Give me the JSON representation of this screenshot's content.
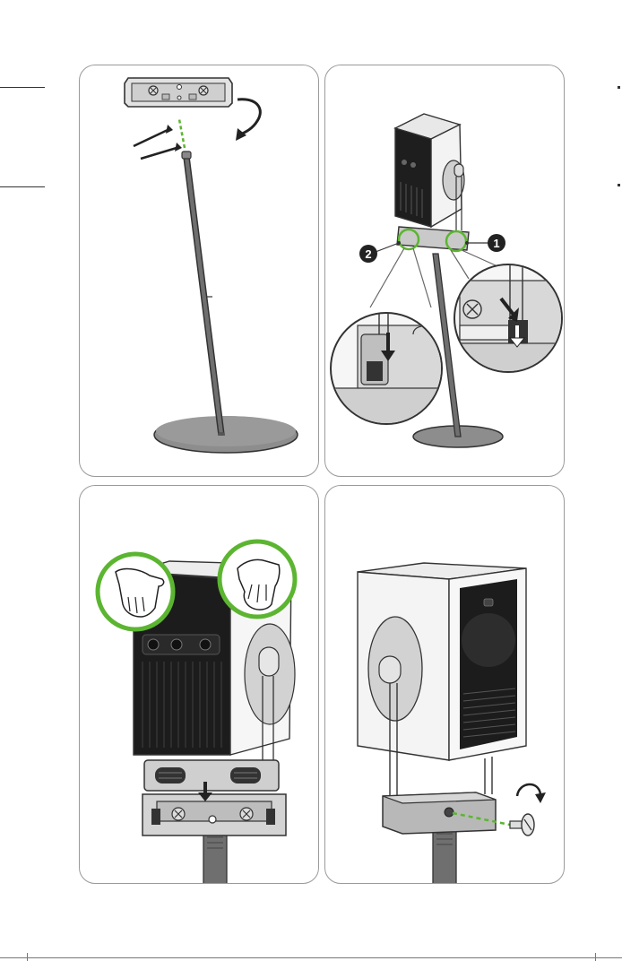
{
  "page": {
    "section": "stand-assembly-steps"
  },
  "callouts": {
    "marker_1": "1",
    "marker_2": "2"
  },
  "colors": {
    "highlight": "#5cb531",
    "dashed_line": "#5cb531",
    "metal": "#6f6f6f",
    "speaker_body": "#1c1c1c",
    "panel_border": "#9a9a9a"
  },
  "steps": [
    {
      "id": "step-1",
      "scene": "attach-bracket-to-pole",
      "icons": [
        "bracket-icon",
        "rotate-arrow-icon",
        "pole-icon",
        "base-icon"
      ]
    },
    {
      "id": "step-2",
      "scene": "lock-clips",
      "icons": [
        "speaker-icon",
        "lock-clip-icon",
        "magnifier-circle-icon"
      ]
    },
    {
      "id": "step-3",
      "scene": "lower-speaker-onto-mount",
      "icons": [
        "hand-icon",
        "down-arrow-icon",
        "speaker-icon"
      ]
    },
    {
      "id": "step-4",
      "scene": "fasten-screw",
      "icons": [
        "screw-icon",
        "rotate-arrow-icon",
        "speaker-icon"
      ]
    }
  ]
}
